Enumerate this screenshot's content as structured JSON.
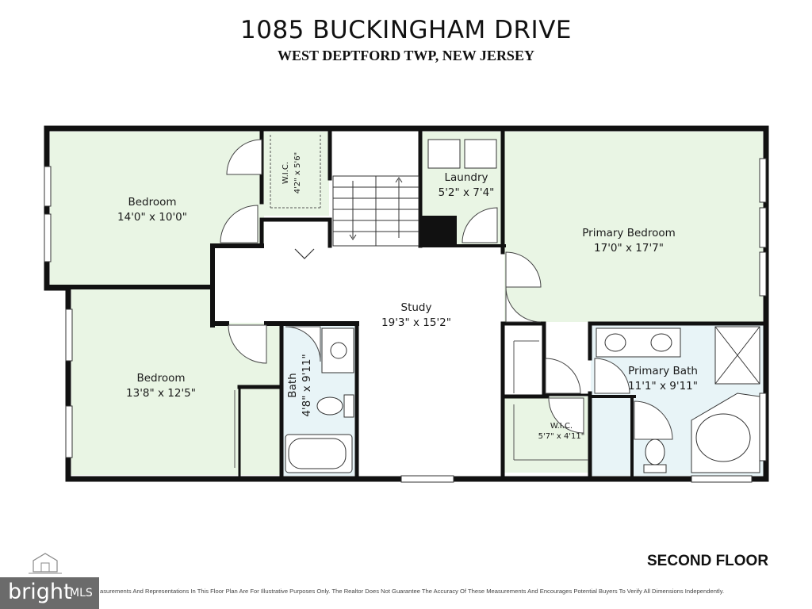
{
  "header": {
    "title": "1085 BUCKINGHAM DRIVE",
    "subtitle": "WEST DEPTFORD TWP, NEW JERSEY"
  },
  "floor_label": "SECOND FLOOR",
  "rooms": [
    {
      "key": "bedroom1",
      "name": "Bedroom",
      "dims": "14'0\" x 10'0\""
    },
    {
      "key": "bedroom2",
      "name": "Bedroom",
      "dims": "13'8\" x 12'5\""
    },
    {
      "key": "wic1",
      "name": "W.I.C.",
      "dims": "4'2\" x 5'6\""
    },
    {
      "key": "laundry",
      "name": "Laundry",
      "dims": "5'2\" x 7'4\""
    },
    {
      "key": "primary_bedroom",
      "name": "Primary Bedroom",
      "dims": "17'0\" x 17'7\""
    },
    {
      "key": "study",
      "name": "Study",
      "dims": "19'3\" x 15'2\""
    },
    {
      "key": "bath",
      "name": "Bath",
      "dims": "4'8\" x 9'11\""
    },
    {
      "key": "primary_bath",
      "name": "Primary Bath",
      "dims": "11'1\" x 9'11\""
    },
    {
      "key": "wic2",
      "name": "W.I.C.",
      "dims": "5'7\" x 4'11\""
    }
  ],
  "disclaimer": "asurements And Representations In This Floor Plan Are For Illustrative Purposes Only. The Realtor Does Not Guarantee The Accuracy Of These Measurements And Encourages Potential Buyers To Verify All Dimensions Independently.",
  "mls_badge": {
    "brand": "bright",
    "suffix": "MLS"
  },
  "colors": {
    "room_fill": "#e9f5e4",
    "bath_fill": "#e8f4f7",
    "wall": "#111111",
    "background": "#ffffff",
    "badge": "#6b6b6b"
  },
  "icons": [
    "stair-arrow-icon",
    "door-swing-icon",
    "window-icon",
    "toilet-icon",
    "sink-icon",
    "bathtub-icon",
    "shower-icon",
    "washer-icon",
    "dryer-icon",
    "house-logo-icon"
  ]
}
